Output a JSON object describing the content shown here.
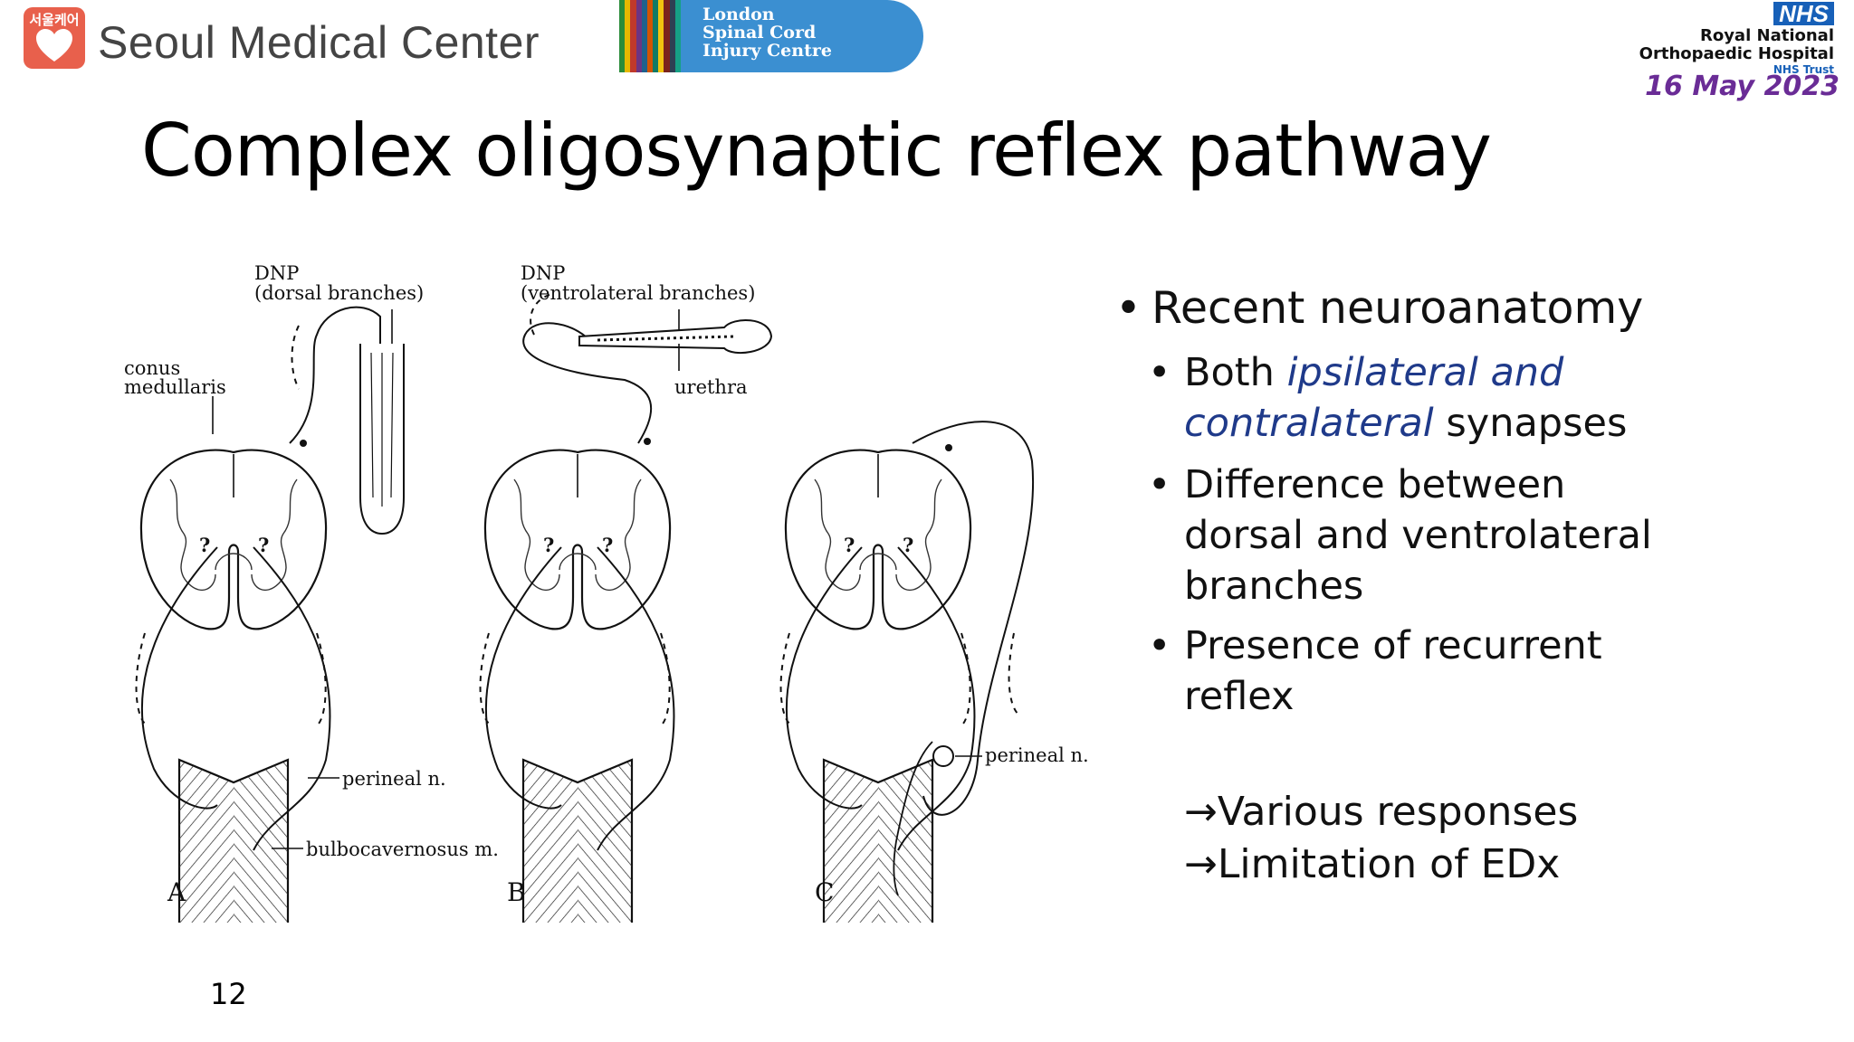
{
  "header": {
    "smc_logo_text": "서울케어",
    "smc_name": "Seoul Medical Center",
    "lsc_lines": [
      "London",
      "Spinal Cord",
      "Injury Centre"
    ],
    "nhs_badge": "NHS",
    "rnoh_line1": "Royal National",
    "rnoh_line2": "Orthopaedic Hospital",
    "rnoh_trust": "NHS Trust",
    "date": "16 May 2023"
  },
  "slide": {
    "title": "Complex oligosynaptic reflex pathway",
    "page_number": "12"
  },
  "diagram": {
    "labels": {
      "dnp_a": "DNP",
      "dnp_a_sub": "(dorsal branches)",
      "dnp_b": "DNP",
      "dnp_b_sub": "(ventrolateral branches)",
      "conus_1": "conus",
      "conus_2": "medullaris",
      "urethra": "urethra",
      "perineal_a": "perineal n.",
      "perineal_c": "perineal n.",
      "bulbo": "bulbocavernosus m.",
      "q": "?"
    },
    "panels": [
      "A",
      "B",
      "C"
    ]
  },
  "bullets": {
    "main": "Recent neuroanatomy",
    "sub1_a": "Both ",
    "sub1_em1": "ipsilateral and",
    "sub1_em2": "contralateral",
    "sub1_b": " synapses",
    "sub2_l1": "Difference between",
    "sub2_l2": "dorsal and ventrolateral",
    "sub2_l3": "branches",
    "sub3_l1": "Presence of recurrent",
    "sub3_l2": "reflex",
    "bullet_glyph": "•",
    "arrow_glyph": "→",
    "arrow1": "Various responses",
    "arrow2": "Limitation of EDx"
  },
  "colors": {
    "smc_red": "#e8604c",
    "lsc_blue": "#3b8fd1",
    "nhs_blue": "#1760b8",
    "date_purple": "#6a2c96",
    "emphasis_blue": "#1f3a8a"
  }
}
